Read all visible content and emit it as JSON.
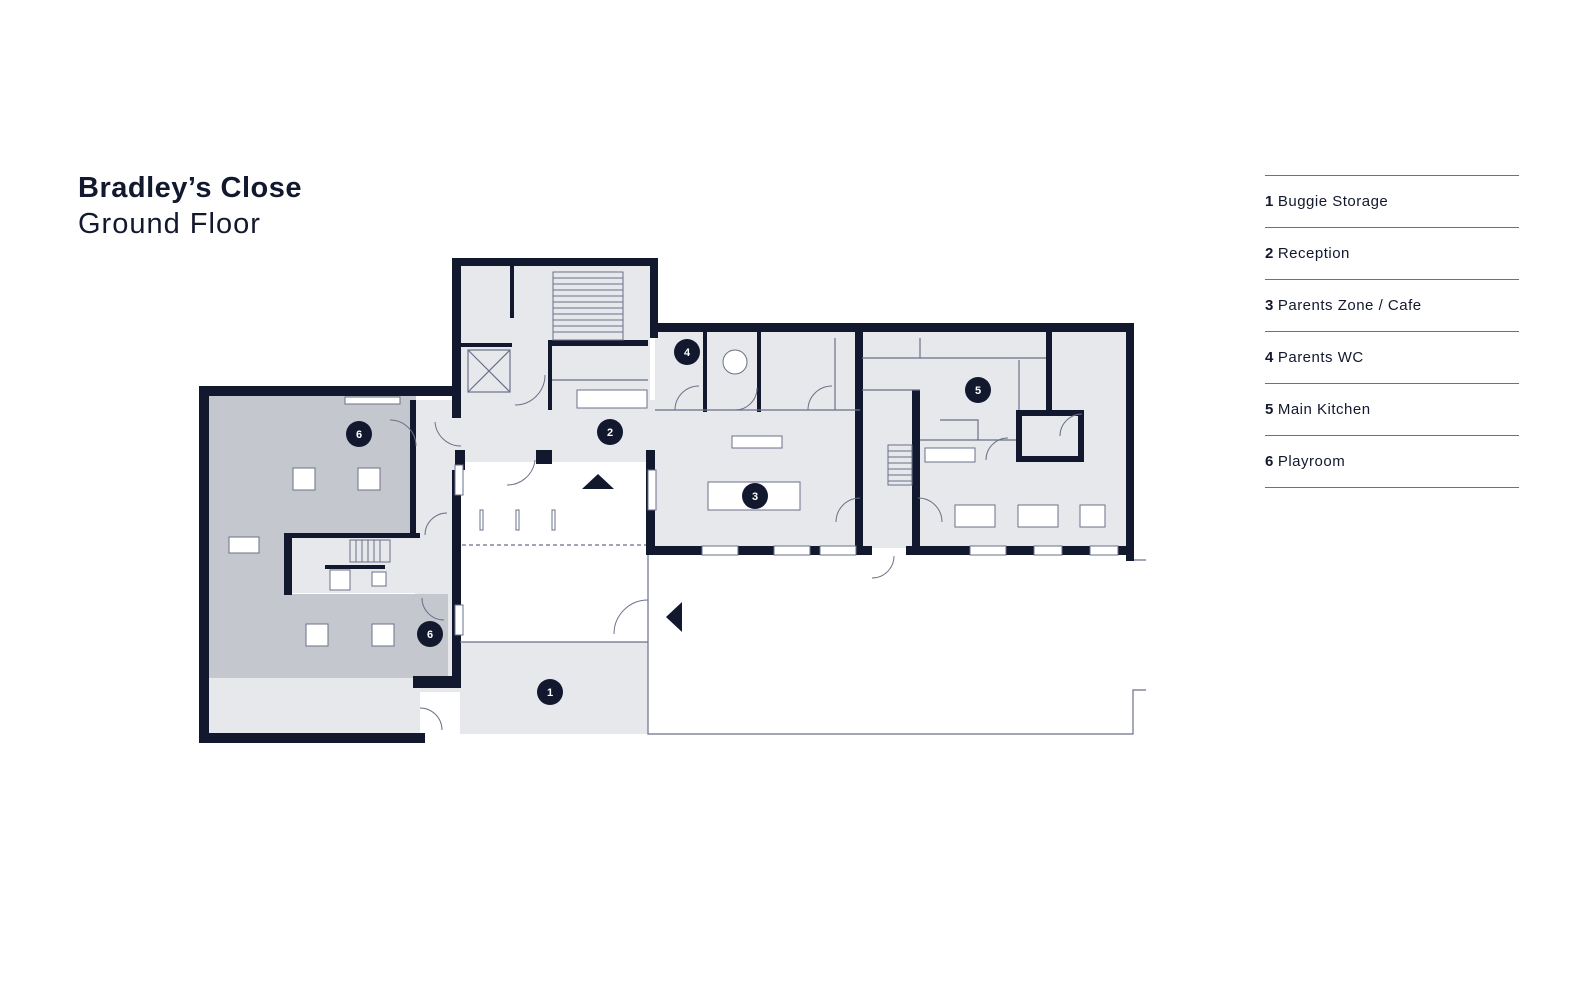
{
  "title": {
    "main": "Bradley’s Close",
    "sub": "Ground Floor"
  },
  "legend": [
    {
      "number": "1",
      "label": "Buggie Storage"
    },
    {
      "number": "2",
      "label": "Reception"
    },
    {
      "number": "3",
      "label": "Parents Zone / Cafe"
    },
    {
      "number": "4",
      "label": "Parents WC"
    },
    {
      "number": "5",
      "label": "Main Kitchen"
    },
    {
      "number": "6",
      "label": "Playroom"
    }
  ],
  "room_markers": [
    {
      "id": "marker-1",
      "number": "1"
    },
    {
      "id": "marker-2",
      "number": "2"
    },
    {
      "id": "marker-3",
      "number": "3"
    },
    {
      "id": "marker-4",
      "number": "4"
    },
    {
      "id": "marker-5",
      "number": "5"
    },
    {
      "id": "marker-6a",
      "number": "6"
    },
    {
      "id": "marker-6b",
      "number": "6"
    }
  ],
  "colors": {
    "wall": "#12182e",
    "floor": "#e7e8ec",
    "playroom": "#c5c7ce",
    "line": "#6a7088"
  }
}
